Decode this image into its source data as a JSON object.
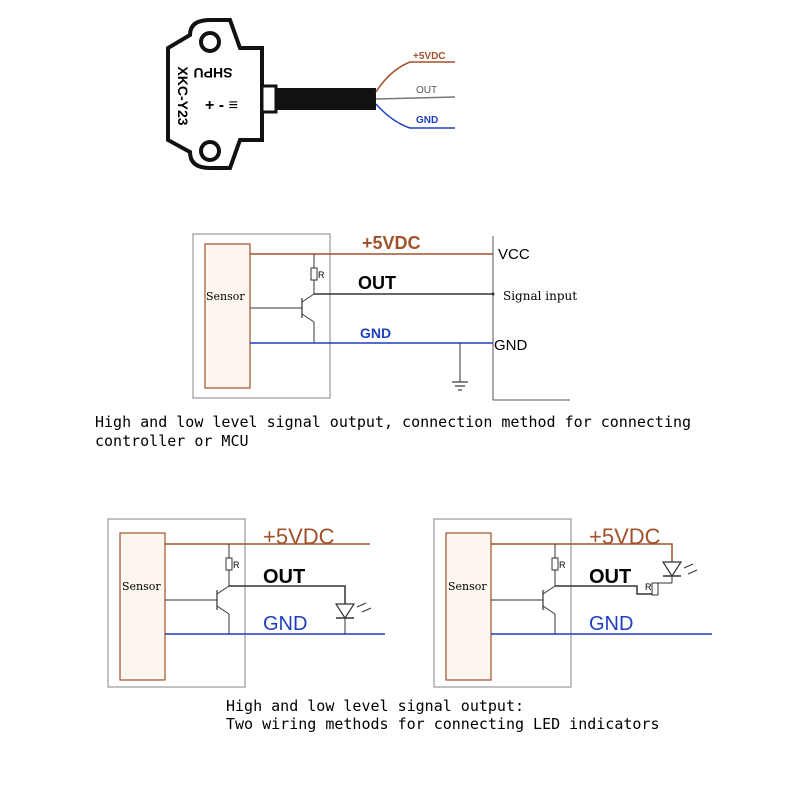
{
  "device": {
    "side_label": "XKC-Y23",
    "top_label": "SHPU",
    "wires": [
      {
        "label": "+5VDC",
        "color": "#a0522d"
      },
      {
        "label": "OUT",
        "color": "#555555"
      },
      {
        "label": "GND",
        "color": "#1f3fbf"
      }
    ]
  },
  "diagram_mcu": {
    "vcc_label": "+5VDC",
    "out_label": "OUT",
    "gnd_label": "GND",
    "sensor_label": "Sensor",
    "resistor_label": "R",
    "vcc_terminal": "VCC",
    "signal_terminal": "Signal input",
    "gnd_terminal": "GND",
    "caption_line1": "High and low level signal output, connection method for connecting",
    "caption_line2": "controller or MCU"
  },
  "diagram_led_a": {
    "vcc_label": "+5VDC",
    "out_label": "OUT",
    "gnd_label": "GND",
    "sensor_label": "Sensor",
    "resistor_label": "R"
  },
  "diagram_led_b": {
    "vcc_label": "+5VDC",
    "out_label": "OUT",
    "gnd_label": "GND",
    "sensor_label": "Sensor",
    "resistor_label": "R",
    "resistor2_label": "R"
  },
  "caption_led": {
    "line1": "High and low level signal output:",
    "line2": "Two wiring methods for connecting LED indicators"
  },
  "colors": {
    "vcc": "#a0522d",
    "gnd": "#1f3fbf",
    "box": "#999999",
    "sensor_fill": "#fdf6ee",
    "sensor_stroke": "#a0522d"
  }
}
